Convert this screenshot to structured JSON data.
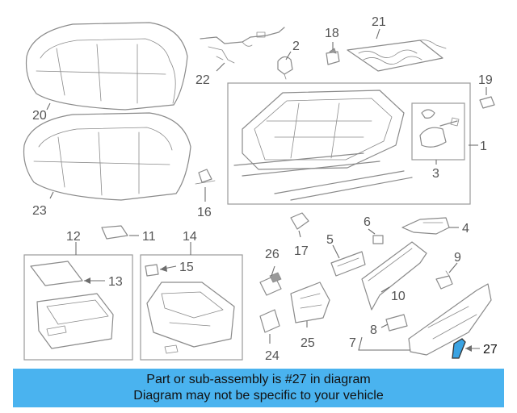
{
  "callouts": {
    "c1": "1",
    "c2": "2",
    "c3": "3",
    "c4": "4",
    "c5": "5",
    "c6": "6",
    "c7": "7",
    "c8": "8",
    "c9": "9",
    "c10": "10",
    "c11": "11",
    "c12": "12",
    "c13": "13",
    "c14": "14",
    "c15": "15",
    "c16": "16",
    "c17": "17",
    "c18": "18",
    "c19": "19",
    "c20": "20",
    "c21": "21",
    "c22": "22",
    "c23": "23",
    "c24": "24",
    "c25": "25",
    "c26": "26",
    "c27": "27"
  },
  "highlight": {
    "part_number": "27",
    "color": "#3aa3e3"
  },
  "banner": {
    "line1": "Part or sub-assembly is #27 in diagram",
    "line2": "Diagram may not be specific to your vehicle",
    "background": "#4ab3ef"
  }
}
